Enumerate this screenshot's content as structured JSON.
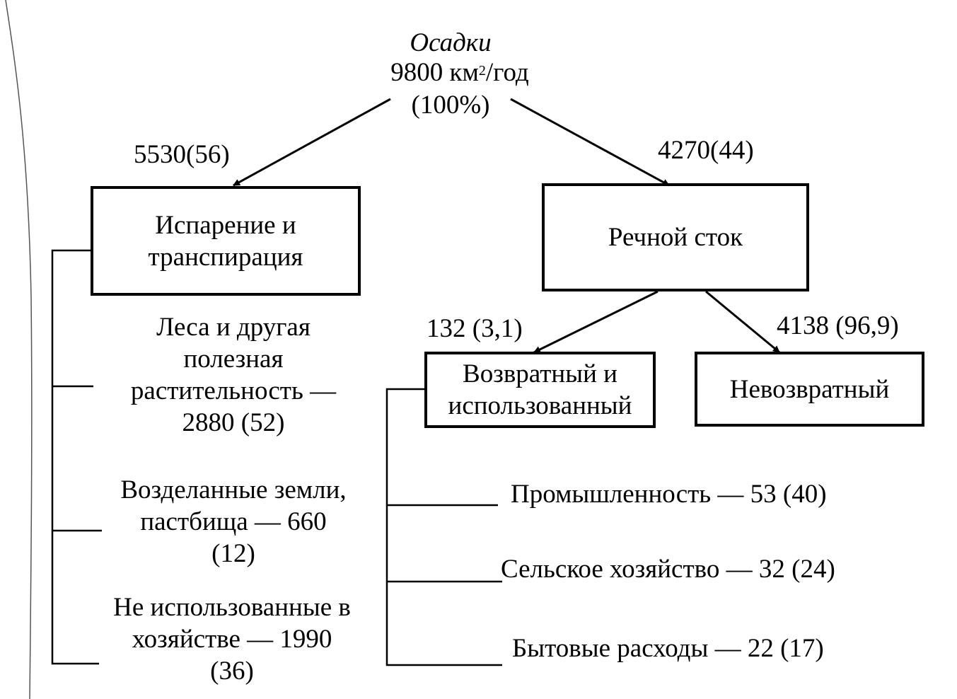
{
  "root": {
    "title": "Осадки",
    "value": "9800 км",
    "unit_sup": "2",
    "unit_rest": "/год",
    "percent": "(100%)"
  },
  "branches": {
    "evaporation_value": "5530(56)",
    "runoff_value": "4270(44)",
    "returned_value": "132 (3,1)",
    "nonreturned_value": "4138 (96,9)"
  },
  "boxes": {
    "evaporation": [
      "Испарение и",
      "транспирация"
    ],
    "runoff": "Речной сток",
    "returned": [
      "Возвратный и",
      "использованный"
    ],
    "nonreturned": "Невозвратный"
  },
  "evaporation_items": [
    [
      "Леса и другая",
      "полезная",
      "растительность —",
      "2880 (52)"
    ],
    [
      "Возделанные земли,",
      "пастбища — 660",
      "(12)"
    ],
    [
      "Не использованные в",
      "хозяйстве — 1990",
      "(36)"
    ]
  ],
  "returned_items": [
    "Промышленность — 53 (40)",
    "Сельское хозяйство — 32 (24)",
    "Бытовые расходы — 22 (17)"
  ]
}
